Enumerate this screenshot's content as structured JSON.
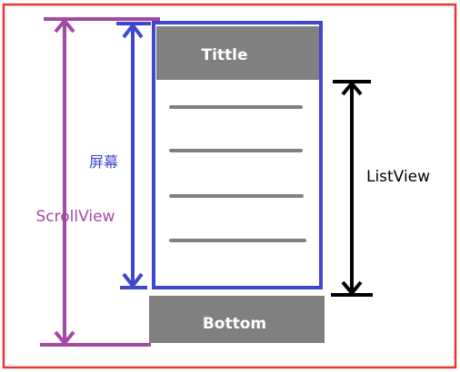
{
  "title_bar": {
    "label": "Tittle"
  },
  "bottom_bar": {
    "label": "Bottom"
  },
  "labels": {
    "screen": "屏幕",
    "scrollview": "ScrollView",
    "listview": "ListView"
  },
  "colors": {
    "outer_border": "#e53935",
    "screen": "#3f48cc",
    "scrollview": "#a349a4",
    "listview": "#000000",
    "bar_fill": "#808080",
    "bar_text": "#ffffff",
    "list_line": "#808080"
  },
  "list_item_count": 4
}
